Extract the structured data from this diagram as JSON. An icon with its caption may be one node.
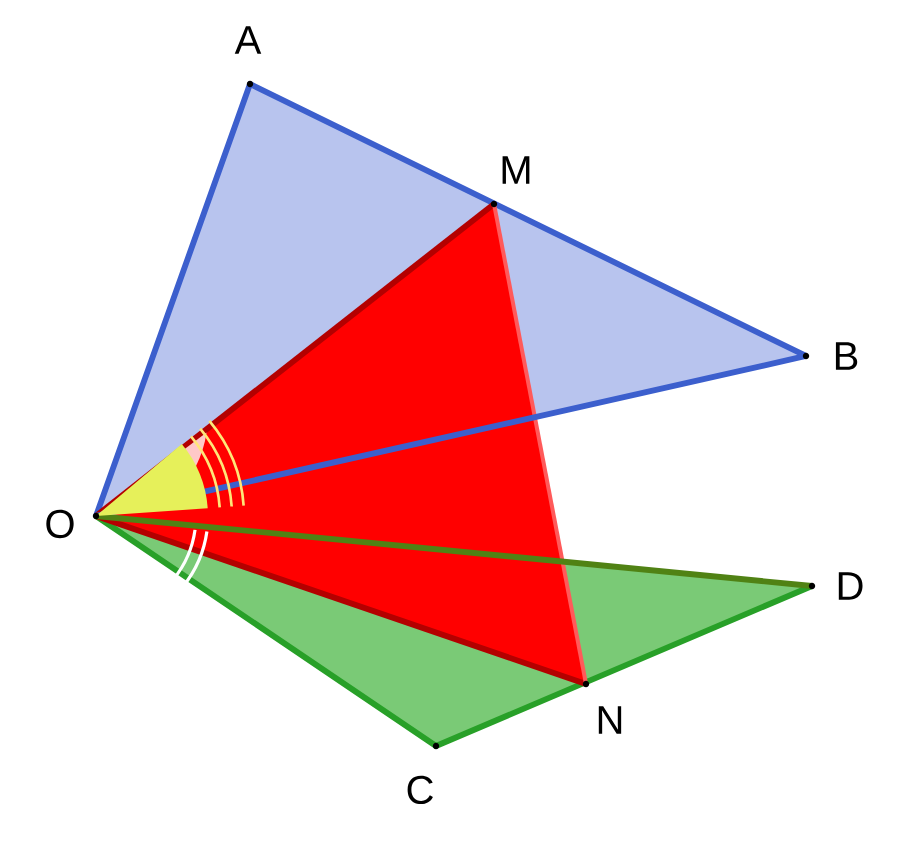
{
  "diagram": {
    "labels": [
      "A",
      "M",
      "B",
      "O",
      "D",
      "N",
      "C"
    ]
  }
}
